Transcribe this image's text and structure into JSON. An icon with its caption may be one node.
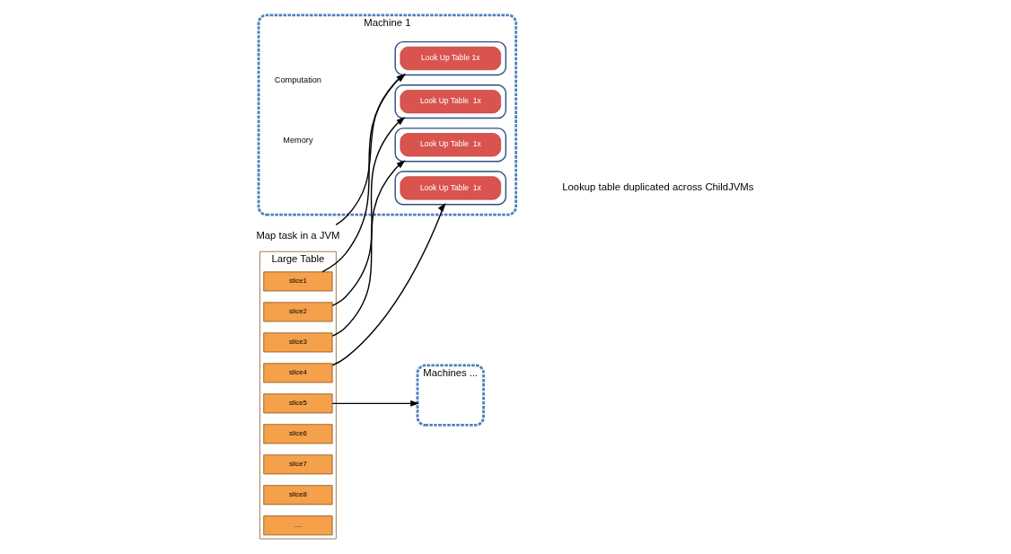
{
  "diagram": {
    "nodes": [
      {
        "text": [
          "Large Table"
        ]
      },
      {
        "text": [
          "slice1"
        ],
        "in": 0
      },
      {
        "text": [
          "slice2"
        ],
        "in": 0
      },
      {
        "text": [
          "slice3"
        ],
        "in": 0
      },
      {
        "text": [
          "slice4"
        ],
        "in": 0
      },
      {
        "text": [
          "slice5"
        ],
        "in": 0
      },
      {
        "text": [
          "slice6"
        ],
        "in": 0
      },
      {
        "text": [
          "slice7"
        ],
        "in": 0
      },
      {
        "text": [
          "slice8"
        ],
        "in": 0
      },
      {
        "text": [
          "...."
        ],
        "in": 0
      },
      {
        "text": [
          "Map task in a JVM"
        ]
      },
      {
        "text": [
          "Machine 1"
        ]
      },
      {
        "text": [],
        "shape": "box",
        "in": 11
      },
      {
        "text": [
          "Look Up Table 1x"
        ],
        "in": 12
      },
      {
        "text": [],
        "shape": "box",
        "in": 11
      },
      {
        "text": [
          "Look Up Table  1x"
        ],
        "in": 14
      },
      {
        "text": [],
        "shape": "box",
        "in": 11
      },
      {
        "text": [
          "Look Up Table  1x"
        ],
        "in": 16
      },
      {
        "text": [],
        "shape": "box",
        "in": 11
      },
      {
        "text": [
          "Look Up Table  1x"
        ],
        "in": 18
      },
      {
        "text": [
          "Machines ..."
        ]
      }
    ],
    "edges": [
      {
        "from": 1,
        "to": 12,
        "arrow": "to"
      },
      {
        "from": 2,
        "to": 14,
        "arrow": "to"
      },
      {
        "from": 3,
        "to": 16,
        "arrow": "to"
      },
      {
        "from": 4,
        "to": 18,
        "arrow": "to"
      },
      {
        "from": 5,
        "to": 20,
        "arrow": "to"
      },
      {
        "from": 10,
        "to": 12,
        "arrow": "to"
      }
    ],
    "labels": [
      "Computation",
      "Memory",
      "Lookup table duplicated across ChildJVMs"
    ]
  }
}
